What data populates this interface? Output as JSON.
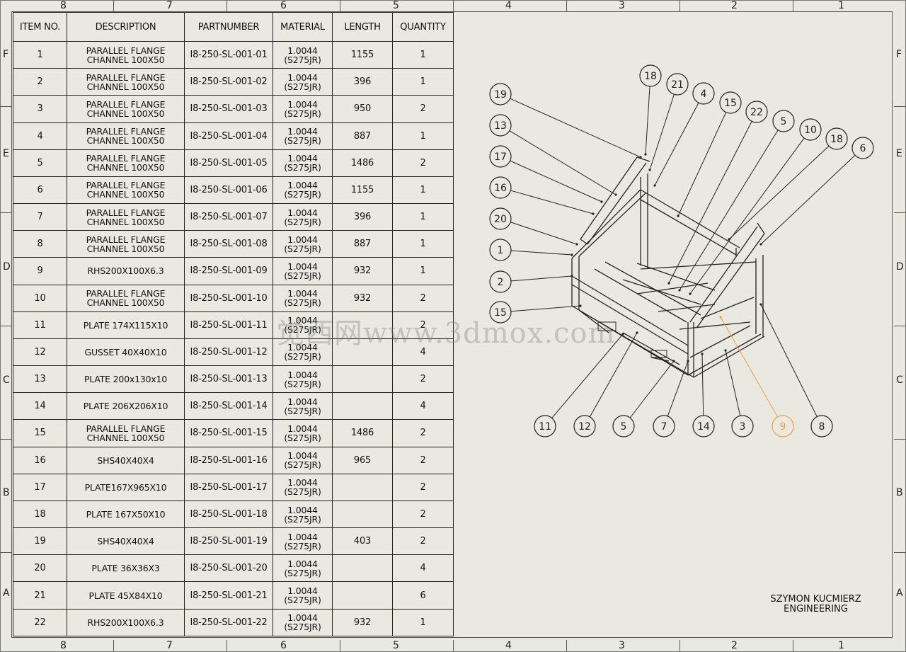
{
  "zones": {
    "columns": [
      "8",
      "7",
      "6",
      "5",
      "4",
      "3",
      "2",
      "1"
    ],
    "rows": [
      "F",
      "E",
      "D",
      "C",
      "B",
      "A"
    ]
  },
  "bom": {
    "headers": [
      "ITEM NO.",
      "DESCRIPTION",
      "PARTNUMBER",
      "MATERIAL",
      "LENGTH",
      "QUANTITY"
    ],
    "rows": [
      {
        "item": "1",
        "description": [
          "PARALLEL FLANGE",
          "CHANNEL 100X50"
        ],
        "part": "I8-250-SL-001-01",
        "material": [
          "1.0044",
          "(S275JR)"
        ],
        "length": "1155",
        "qty": "1"
      },
      {
        "item": "2",
        "description": [
          "PARALLEL FLANGE",
          "CHANNEL 100X50"
        ],
        "part": "I8-250-SL-001-02",
        "material": [
          "1.0044",
          "(S275JR)"
        ],
        "length": "396",
        "qty": "1"
      },
      {
        "item": "3",
        "description": [
          "PARALLEL FLANGE",
          "CHANNEL 100X50"
        ],
        "part": "I8-250-SL-001-03",
        "material": [
          "1.0044",
          "(S275JR)"
        ],
        "length": "950",
        "qty": "2"
      },
      {
        "item": "4",
        "description": [
          "PARALLEL FLANGE",
          "CHANNEL 100X50"
        ],
        "part": "I8-250-SL-001-04",
        "material": [
          "1.0044",
          "(S275JR)"
        ],
        "length": "887",
        "qty": "1"
      },
      {
        "item": "5",
        "description": [
          "PARALLEL FLANGE",
          "CHANNEL 100X50"
        ],
        "part": "I8-250-SL-001-05",
        "material": [
          "1.0044",
          "(S275JR)"
        ],
        "length": "1486",
        "qty": "2"
      },
      {
        "item": "6",
        "description": [
          "PARALLEL FLANGE",
          "CHANNEL 100X50"
        ],
        "part": "I8-250-SL-001-06",
        "material": [
          "1.0044",
          "(S275JR)"
        ],
        "length": "1155",
        "qty": "1"
      },
      {
        "item": "7",
        "description": [
          "PARALLEL FLANGE",
          "CHANNEL 100X50"
        ],
        "part": "I8-250-SL-001-07",
        "material": [
          "1.0044",
          "(S275JR)"
        ],
        "length": "396",
        "qty": "1"
      },
      {
        "item": "8",
        "description": [
          "PARALLEL FLANGE",
          "CHANNEL 100X50"
        ],
        "part": "I8-250-SL-001-08",
        "material": [
          "1.0044",
          "(S275JR)"
        ],
        "length": "887",
        "qty": "1"
      },
      {
        "item": "9",
        "description": [
          "RHS200X100X6.3"
        ],
        "part": "I8-250-SL-001-09",
        "material": [
          "1.0044",
          "(S275JR)"
        ],
        "length": "932",
        "qty": "1"
      },
      {
        "item": "10",
        "description": [
          "PARALLEL FLANGE",
          "CHANNEL 100X50"
        ],
        "part": "I8-250-SL-001-10",
        "material": [
          "1.0044",
          "(S275JR)"
        ],
        "length": "932",
        "qty": "2"
      },
      {
        "item": "11",
        "description": [
          "PLATE 174X115X10"
        ],
        "part": "I8-250-SL-001-11",
        "material": [
          "1.0044",
          "(S275JR)"
        ],
        "length": "",
        "qty": "2"
      },
      {
        "item": "12",
        "description": [
          "GUSSET 40X40X10"
        ],
        "part": "I8-250-SL-001-12",
        "material": [
          "1.0044",
          "(S275JR)"
        ],
        "length": "",
        "qty": "4"
      },
      {
        "item": "13",
        "description": [
          "PLATE 200x130x10"
        ],
        "part": "I8-250-SL-001-13",
        "material": [
          "1.0044",
          "(S275JR)"
        ],
        "length": "",
        "qty": "2"
      },
      {
        "item": "14",
        "description": [
          "PLATE 206X206X10"
        ],
        "part": "I8-250-SL-001-14",
        "material": [
          "1.0044",
          "(S275JR)"
        ],
        "length": "",
        "qty": "4"
      },
      {
        "item": "15",
        "description": [
          "PARALLEL FLANGE",
          "CHANNEL 100X50"
        ],
        "part": "I8-250-SL-001-15",
        "material": [
          "1.0044",
          "(S275JR)"
        ],
        "length": "1486",
        "qty": "2"
      },
      {
        "item": "16",
        "description": [
          "SHS40X40X4"
        ],
        "part": "I8-250-SL-001-16",
        "material": [
          "1.0044",
          "(S275JR)"
        ],
        "length": "965",
        "qty": "2"
      },
      {
        "item": "17",
        "description": [
          "PLATE167X965X10"
        ],
        "part": "I8-250-SL-001-17",
        "material": [
          "1.0044",
          "(S275JR)"
        ],
        "length": "",
        "qty": "2"
      },
      {
        "item": "18",
        "description": [
          "PLATE 167X50X10"
        ],
        "part": "I8-250-SL-001-18",
        "material": [
          "1.0044",
          "(S275JR)"
        ],
        "length": "",
        "qty": "2"
      },
      {
        "item": "19",
        "description": [
          "SHS40X40X4"
        ],
        "part": "I8-250-SL-001-19",
        "material": [
          "1.0044",
          "(S275JR)"
        ],
        "length": "403",
        "qty": "2"
      },
      {
        "item": "20",
        "description": [
          "PLATE 36X36X3"
        ],
        "part": "I8-250-SL-001-20",
        "material": [
          "1.0044",
          "(S275JR)"
        ],
        "length": "",
        "qty": "4"
      },
      {
        "item": "21",
        "description": [
          "PLATE 45X84X10"
        ],
        "part": "I8-250-SL-001-21",
        "material": [
          "1.0044",
          "(S275JR)"
        ],
        "length": "",
        "qty": "6"
      },
      {
        "item": "22",
        "description": [
          "RHS200X100X6.3"
        ],
        "part": "I8-250-SL-001-22",
        "material": [
          "1.0044",
          "(S275JR)"
        ],
        "length": "932",
        "qty": "1"
      }
    ]
  },
  "balloons": [
    {
      "label": "19",
      "highlight": false
    },
    {
      "label": "13",
      "highlight": false
    },
    {
      "label": "17",
      "highlight": false
    },
    {
      "label": "16",
      "highlight": false
    },
    {
      "label": "20",
      "highlight": false
    },
    {
      "label": "1",
      "highlight": false
    },
    {
      "label": "2",
      "highlight": false
    },
    {
      "label": "15",
      "highlight": false
    },
    {
      "label": "18",
      "highlight": false
    },
    {
      "label": "21",
      "highlight": false
    },
    {
      "label": "4",
      "highlight": false
    },
    {
      "label": "15",
      "highlight": false
    },
    {
      "label": "22",
      "highlight": false
    },
    {
      "label": "5",
      "highlight": false
    },
    {
      "label": "10",
      "highlight": false
    },
    {
      "label": "18",
      "highlight": false
    },
    {
      "label": "6",
      "highlight": false
    },
    {
      "label": "11",
      "highlight": false
    },
    {
      "label": "12",
      "highlight": false
    },
    {
      "label": "5",
      "highlight": false
    },
    {
      "label": "7",
      "highlight": false
    },
    {
      "label": "14",
      "highlight": false
    },
    {
      "label": "3",
      "highlight": false
    },
    {
      "label": "9",
      "highlight": true
    },
    {
      "label": "8",
      "highlight": false
    }
  ],
  "colors": {
    "balloon_highlight": "#f0a040",
    "line": "#222222"
  },
  "watermark": "觉西网www.3dmox.com",
  "titleblock": {
    "line1": "SZYMON KUCMIERZ",
    "line2": "ENGINEERING"
  }
}
